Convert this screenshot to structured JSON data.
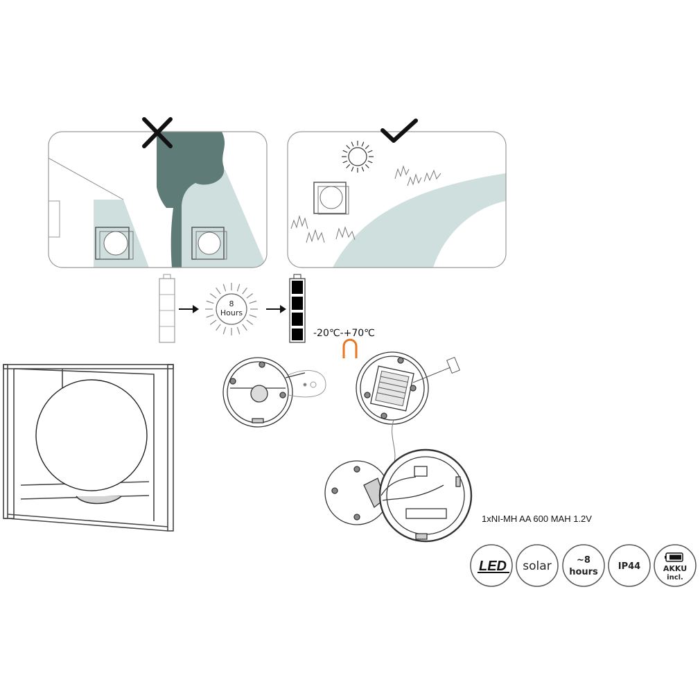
{
  "charge": {
    "hours_value": "8",
    "hours_unit": "Hours"
  },
  "temperature_range": "-20℃-+70℃",
  "battery_spec": "1xNI-MH AA 600 MAH 1.2V",
  "badges": [
    {
      "line1": "LED",
      "line2": ""
    },
    {
      "line1": "solar",
      "line2": ""
    },
    {
      "line1": "~8",
      "line2": "hours"
    },
    {
      "line1": "IP44",
      "line2": ""
    },
    {
      "line1": "AKKU",
      "line2": "incl."
    }
  ],
  "colors": {
    "line": "#333333",
    "light_teal": "#cfdfdd",
    "dark_teal": "#5f7b78",
    "switch_orange": "#e87722",
    "fill_black": "#000000"
  },
  "icons": {
    "wrong": "cross-mark-icon",
    "right": "check-mark-icon",
    "sun": "sun-icon",
    "arrow": "arrow-right-icon",
    "switch": "switch-on-icon",
    "battery": "battery-icon"
  }
}
